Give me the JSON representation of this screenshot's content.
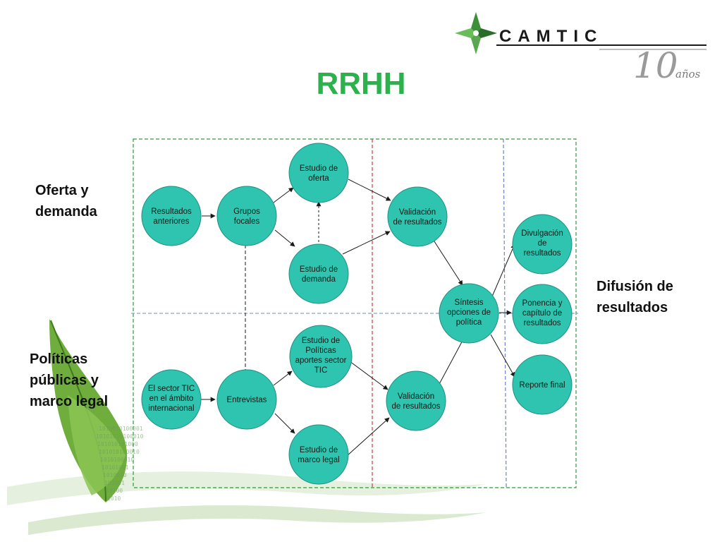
{
  "header": {
    "title": "RRHH",
    "logo_text": "CAMTIC",
    "logo_years": "10",
    "logo_years_word": "años"
  },
  "colors": {
    "title": "#2bb24c",
    "node_fill": "#2ec4b0",
    "region_border": "#2e9a3a",
    "red_divider": "#d23c3c",
    "blue_divider": "#6a86c2"
  },
  "side_labels": {
    "oferta": "Oferta y demanda",
    "difusion": "Difusión de resultados",
    "politicas": "Políticas públicas y marco legal"
  },
  "nodes": {
    "resultados_anteriores": [
      "Resultados",
      "anteriores"
    ],
    "grupos_focales": [
      "Grupos",
      "focales"
    ],
    "estudio_oferta": [
      "Estudio de",
      "oferta"
    ],
    "estudio_demanda": [
      "Estudio de",
      "demanda"
    ],
    "validacion_1": [
      "Validación",
      "de resultados"
    ],
    "sintesis": [
      "Síntesis",
      "opciones de",
      "política"
    ],
    "divulgacion": [
      "Divulgación",
      "de",
      "resultados"
    ],
    "ponencia": [
      "Ponencia y",
      "capítulo de",
      "resultados"
    ],
    "reporte_final": [
      "Reporte final"
    ],
    "sector_tic": [
      "El sector TIC",
      "en el ámbito",
      "internacional"
    ],
    "entrevistas": [
      "Entrevistas"
    ],
    "estudio_politicas": [
      "Estudio de",
      "Políticas",
      "aportes sector",
      "TIC"
    ],
    "validacion_2": [
      "Validación",
      "de resultados"
    ],
    "estudio_marco": [
      "Estudio de",
      "marco legal"
    ]
  },
  "binary_art": [
    "1010010100001",
    "10101010100010",
    "101010101000",
    "101010100010",
    "1010100010",
    "10101001",
    "1010010",
    "101001",
    "10100",
    "1010"
  ]
}
